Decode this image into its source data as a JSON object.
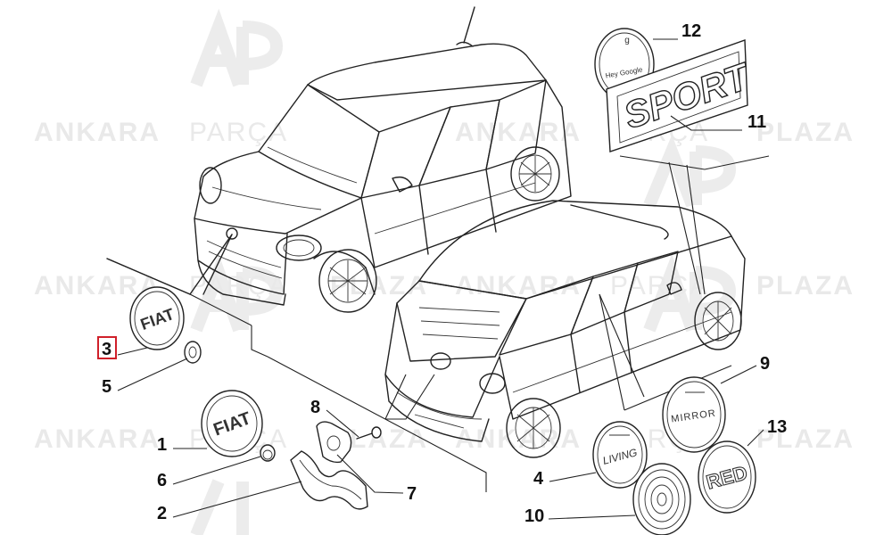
{
  "watermark": {
    "brand_parts": [
      "ANKARA",
      "PARÇA",
      "PLAZA"
    ],
    "color": "#e9e9e9"
  },
  "callouts": [
    {
      "id": "1",
      "label": "1"
    },
    {
      "id": "2",
      "label": "2"
    },
    {
      "id": "3",
      "label": "3",
      "highlighted": true
    },
    {
      "id": "4",
      "label": "4"
    },
    {
      "id": "5",
      "label": "5"
    },
    {
      "id": "6",
      "label": "6"
    },
    {
      "id": "7",
      "label": "7"
    },
    {
      "id": "8",
      "label": "8"
    },
    {
      "id": "9",
      "label": "9"
    },
    {
      "id": "10",
      "label": "10"
    },
    {
      "id": "11",
      "label": "11"
    },
    {
      "id": "12",
      "label": "12"
    },
    {
      "id": "13",
      "label": "13"
    }
  ],
  "badges": {
    "fiat_front": "FIAT",
    "fiat_rear": "FIAT",
    "sport": "SPORT",
    "living": "LIVING",
    "mirror": "MIRROR",
    "red": "RED",
    "hey_google": "Hey Google"
  },
  "colors": {
    "highlight": "#d0202a",
    "line": "#222222"
  }
}
